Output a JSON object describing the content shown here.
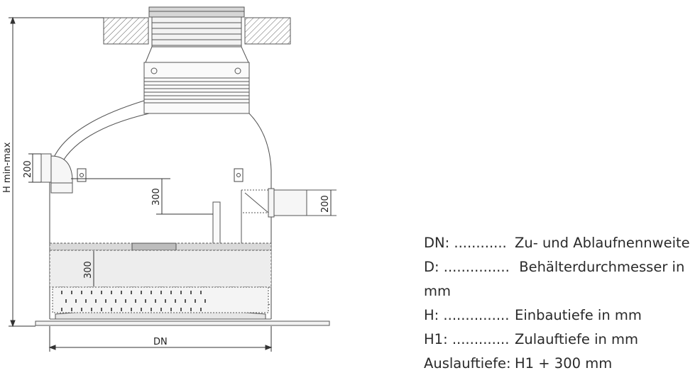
{
  "dimensions": {
    "total_height": "H min-max",
    "inlet_pipe": "200",
    "outlet_pipe": "200",
    "inlet_to_baffle": "300",
    "filter_zone": "300",
    "diameter": "DN"
  },
  "legend": {
    "rows": [
      {
        "key": "DN: ............",
        "value": "Zu- und Ablaufnennweite"
      },
      {
        "key": "D: ...............",
        "value": "Behälterdurchmesser in mm"
      },
      {
        "key": "H: ...............",
        "value": "Einbautiefe in mm"
      },
      {
        "key": "H1: .............",
        "value": "Zulauftiefe in mm"
      },
      {
        "key": "Auslauftiefe:",
        "value": "H1 + 300 mm"
      }
    ]
  },
  "colors": {
    "line": "#555555",
    "hatch": "#7a7a7a",
    "fill_gray": "#bdbdbd"
  }
}
